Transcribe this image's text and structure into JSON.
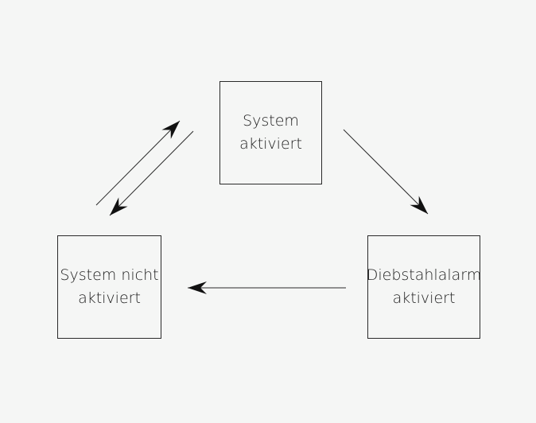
{
  "diagram": {
    "nodes": [
      {
        "id": "active",
        "lines": [
          "System",
          "aktiviert"
        ]
      },
      {
        "id": "inactive",
        "lines": [
          "System nicht",
          "aktiviert"
        ]
      },
      {
        "id": "alarm",
        "lines": [
          "Diebstahlalarm",
          "aktiviert"
        ]
      }
    ],
    "edges": [
      {
        "from": "inactive",
        "to": "active"
      },
      {
        "from": "active",
        "to": "inactive"
      },
      {
        "from": "active",
        "to": "alarm"
      },
      {
        "from": "alarm",
        "to": "inactive"
      }
    ],
    "colors": {
      "line": "#2a2a2a",
      "arrowhead": "#111111",
      "background": "#f5f6f5"
    }
  }
}
